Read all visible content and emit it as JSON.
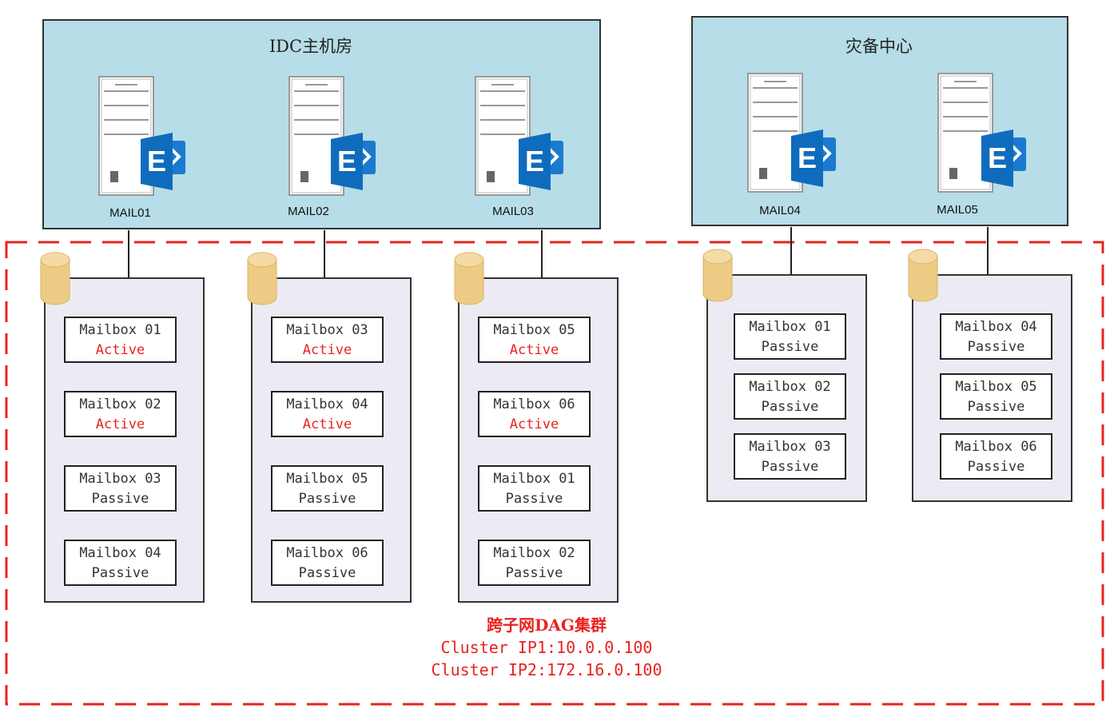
{
  "sites": [
    {
      "title": "IDC主机房",
      "servers": [
        {
          "name": "MAIL01",
          "databases": [
            {
              "name": "Mailbox 01",
              "state": "Active"
            },
            {
              "name": "Mailbox 02",
              "state": "Active"
            },
            {
              "name": "Mailbox 03",
              "state": "Passive"
            },
            {
              "name": "Mailbox 04",
              "state": "Passive"
            }
          ]
        },
        {
          "name": "MAIL02",
          "databases": [
            {
              "name": "Mailbox 03",
              "state": "Active"
            },
            {
              "name": "Mailbox 04",
              "state": "Active"
            },
            {
              "name": "Mailbox 05",
              "state": "Passive"
            },
            {
              "name": "Mailbox 06",
              "state": "Passive"
            }
          ]
        },
        {
          "name": "MAIL03",
          "databases": [
            {
              "name": "Mailbox 05",
              "state": "Active"
            },
            {
              "name": "Mailbox 06",
              "state": "Active"
            },
            {
              "name": "Mailbox 01",
              "state": "Passive"
            },
            {
              "name": "Mailbox 02",
              "state": "Passive"
            }
          ]
        }
      ]
    },
    {
      "title": "灾备中心",
      "servers": [
        {
          "name": "MAIL04",
          "databases": [
            {
              "name": "Mailbox 01",
              "state": "Passive"
            },
            {
              "name": "Mailbox 02",
              "state": "Passive"
            },
            {
              "name": "Mailbox 03",
              "state": "Passive"
            }
          ]
        },
        {
          "name": "MAIL05",
          "databases": [
            {
              "name": "Mailbox 04",
              "state": "Passive"
            },
            {
              "name": "Mailbox 05",
              "state": "Passive"
            },
            {
              "name": "Mailbox 06",
              "state": "Passive"
            }
          ]
        }
      ]
    }
  ],
  "cluster": {
    "title": "跨子网DAG集群",
    "ip1": "Cluster IP1:10.0.0.100",
    "ip2": "Cluster IP2:172.16.0.100"
  },
  "colors": {
    "site_fill": "#b6dde8",
    "panel_fill": "#ecebf3",
    "cylinder": "#edcb85",
    "dashed_border": "#e8231f",
    "exchange_blue": "#0f6cbd",
    "active_text": "#e8231f"
  },
  "icons": {
    "server": "server-tower-icon",
    "exchange": "exchange-logo-icon",
    "database": "database-cylinder-icon"
  }
}
